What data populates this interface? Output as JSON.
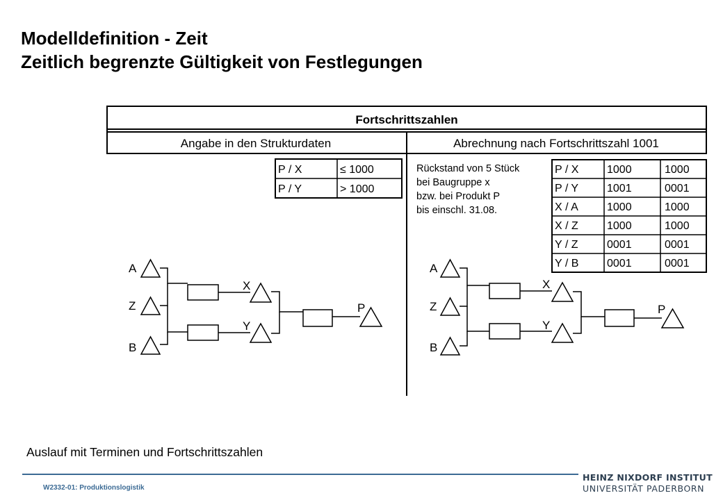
{
  "title": {
    "line1": "Modelldefinition - Zeit",
    "line2": "Zeitlich begrenzte Gültigkeit von Festlegungen"
  },
  "figure": {
    "header": "Fortschrittszahlen",
    "col_left": "Angabe in den Strukturdaten",
    "col_right": "Abrechnung nach Fortschrittszahl 1001",
    "left_table": [
      [
        "P / X",
        "≤ 1000"
      ],
      [
        "P / Y",
        "> 1000"
      ]
    ],
    "note_lines": [
      "Rückstand von 5 Stück",
      "bei Baugruppe x",
      "bzw. bei Produkt P",
      "bis einschl. 31.08."
    ],
    "right_table": [
      [
        "P / X",
        "1000",
        "1000"
      ],
      [
        "P / Y",
        "1001",
        "0001"
      ],
      [
        "X / A",
        "1000",
        "1000"
      ],
      [
        "X / Z",
        "1000",
        "1000"
      ],
      [
        "Y / Z",
        "0001",
        "0001"
      ],
      [
        "Y / B",
        "0001",
        "0001"
      ]
    ],
    "node_labels": {
      "a": "A",
      "z": "Z",
      "b": "B",
      "x": "X",
      "y": "Y",
      "p": "P"
    }
  },
  "caption": "Auslauf mit Terminen und Fortschrittszahlen",
  "footer": {
    "course": "W2332-01: Produktionslogistik",
    "logo_line1": "HEINZ NIXDORF INSTITUT",
    "logo_line2": "UNIVERSITÄT PADERBORN"
  },
  "colors": {
    "accent": "#3b6a94",
    "logo": "#2c3e50"
  }
}
